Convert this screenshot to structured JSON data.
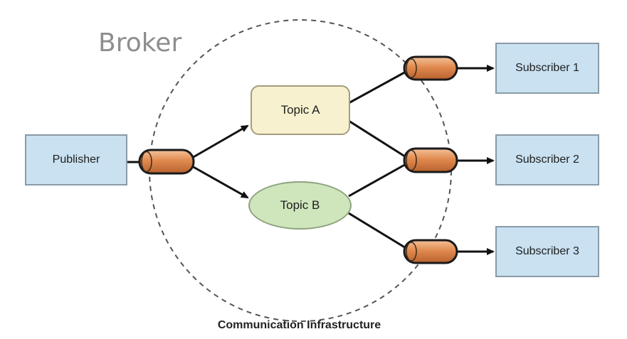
{
  "broker_label": "Broker",
  "publisher_label": "Publisher",
  "topic_a_label": "Topic A",
  "topic_b_label": "Topic B",
  "subscribers": [
    "Subscriber 1",
    "Subscriber 2",
    "Subscriber 3"
  ],
  "caption": "Communication Infrastructure",
  "colors": {
    "box_fill": "#c9e1f1",
    "topic_a_fill": "#f8f1cf",
    "topic_b_fill": "#cfe6bd",
    "pipe_fill": "#e08a4f",
    "pipe_border": "#1a1a1a",
    "broker_ring": "#555555"
  },
  "icons": {
    "pipe": "queue-pipe-icon",
    "arrow": "arrow-head-icon"
  }
}
